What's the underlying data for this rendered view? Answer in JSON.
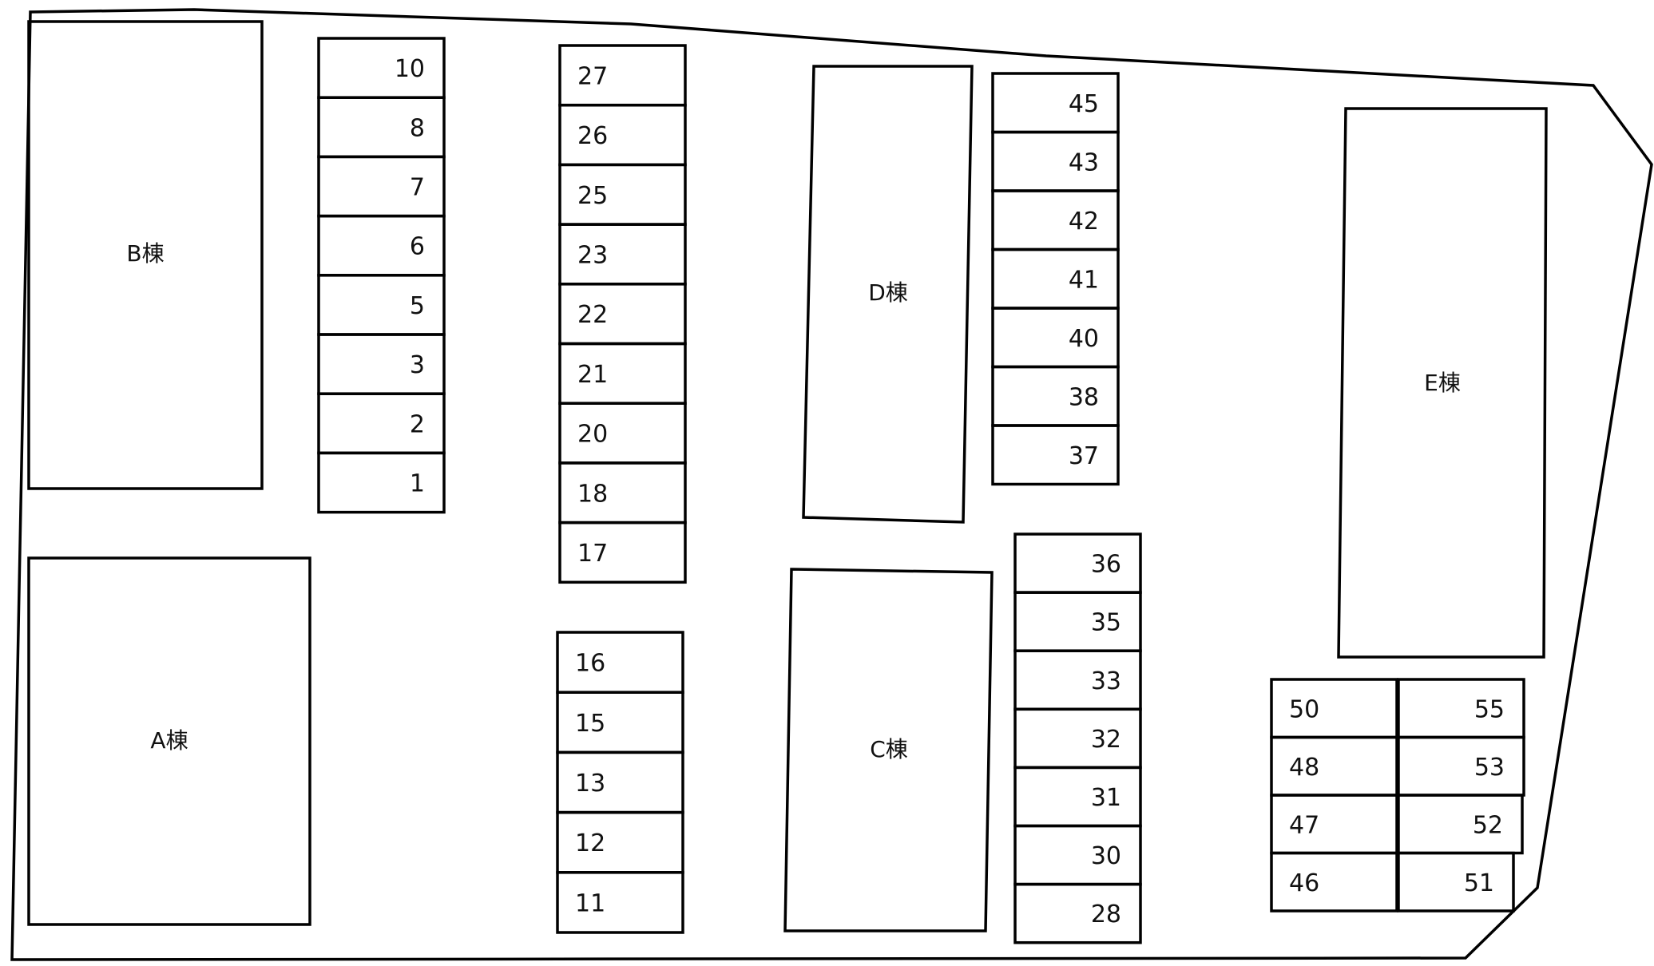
{
  "map": {
    "line_color": "#000000",
    "background": "#ffffff",
    "buildings": [
      {
        "id": "b",
        "label": "B棟"
      },
      {
        "id": "a",
        "label": "A棟"
      },
      {
        "id": "d",
        "label": "D棟"
      },
      {
        "id": "c",
        "label": "C棟"
      },
      {
        "id": "e",
        "label": "E棟"
      }
    ],
    "parking_columns": [
      {
        "id": "col-1",
        "spaces": [
          "10",
          "8",
          "7",
          "6",
          "5",
          "3",
          "2",
          "1"
        ]
      },
      {
        "id": "col-2",
        "spaces": [
          "27",
          "26",
          "25",
          "23",
          "22",
          "21",
          "20",
          "18",
          "17"
        ]
      },
      {
        "id": "col-3",
        "spaces": [
          "16",
          "15",
          "13",
          "12",
          "11"
        ]
      },
      {
        "id": "col-4",
        "spaces": [
          "45",
          "43",
          "42",
          "41",
          "40",
          "38",
          "37"
        ]
      },
      {
        "id": "col-5",
        "spaces": [
          "36",
          "35",
          "33",
          "32",
          "31",
          "30",
          "28"
        ]
      },
      {
        "id": "col-6",
        "spaces": [
          "50",
          "48",
          "47",
          "46"
        ]
      },
      {
        "id": "col-7",
        "spaces": [
          "55",
          "53",
          "52",
          "51"
        ]
      }
    ]
  }
}
